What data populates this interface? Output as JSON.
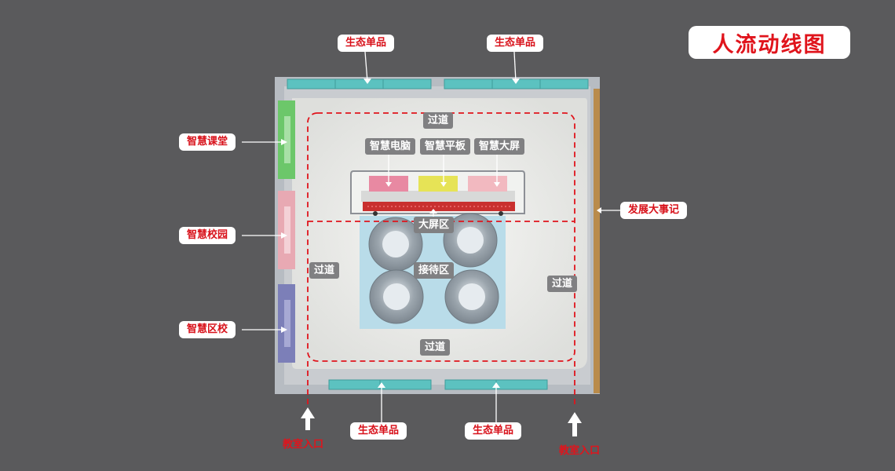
{
  "title": "人流动线图",
  "callouts": {
    "top_left": "生态单品",
    "top_right": "生态单品",
    "bottom_left": "生态单品",
    "bottom_right": "生态单品",
    "left_top": "智慧课堂",
    "left_mid": "智慧校园",
    "left_bottom": "智慧区校",
    "right": "发展大事记"
  },
  "display_labels": {
    "computer": "智慧电脑",
    "tablet": "智慧平板",
    "screen": "智慧大屏"
  },
  "zones": {
    "corridor_top": "过道",
    "corridor_left": "过道",
    "corridor_right": "过道",
    "corridor_bottom": "过道",
    "screen_area": "大屏区",
    "reception_area": "接待区"
  },
  "entrances": {
    "left": "教室入口",
    "right": "教室入口"
  },
  "colors": {
    "flow_line": "#e0141c",
    "accent_red": "#d8111a",
    "teal_cabinet": "#5cc2c0",
    "green_panel": "#6cc76a",
    "pink_panel": "#e8a9b3",
    "purple_panel": "#7c7fb8"
  }
}
